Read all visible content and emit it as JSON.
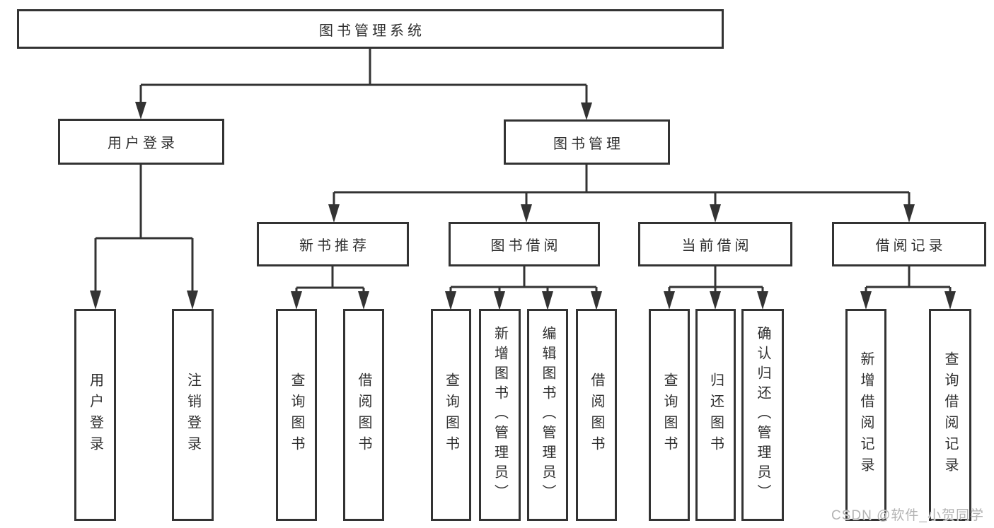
{
  "diagram_type": "hierarchy-tree",
  "colors": {
    "line": "#333333",
    "text": "#2f2f2f",
    "watermark": "#b3b3b3",
    "bg": "#ffffff"
  },
  "tree": {
    "label": "图书管理系统",
    "children": [
      {
        "label": "用户登录",
        "children": [
          {
            "label": "用户登录"
          },
          {
            "label": "注销登录"
          }
        ]
      },
      {
        "label": "图书管理",
        "children": [
          {
            "label": "新书推荐",
            "children": [
              {
                "label": "查询图书"
              },
              {
                "label": "借阅图书"
              }
            ]
          },
          {
            "label": "图书借阅",
            "children": [
              {
                "label": "查询图书"
              },
              {
                "label": "新增图书（管理员）"
              },
              {
                "label": "编辑图书（管理员）"
              },
              {
                "label": "借阅图书"
              }
            ]
          },
          {
            "label": "当前借阅",
            "children": [
              {
                "label": "查询图书"
              },
              {
                "label": "归还图书"
              },
              {
                "label": "确认归还（管理员）"
              }
            ]
          },
          {
            "label": "借阅记录",
            "children": [
              {
                "label": "新增借阅记录"
              },
              {
                "label": "查询借阅记录"
              }
            ]
          }
        ]
      }
    ]
  },
  "watermark": {
    "text": "CSDN @软件_小贺同学"
  }
}
